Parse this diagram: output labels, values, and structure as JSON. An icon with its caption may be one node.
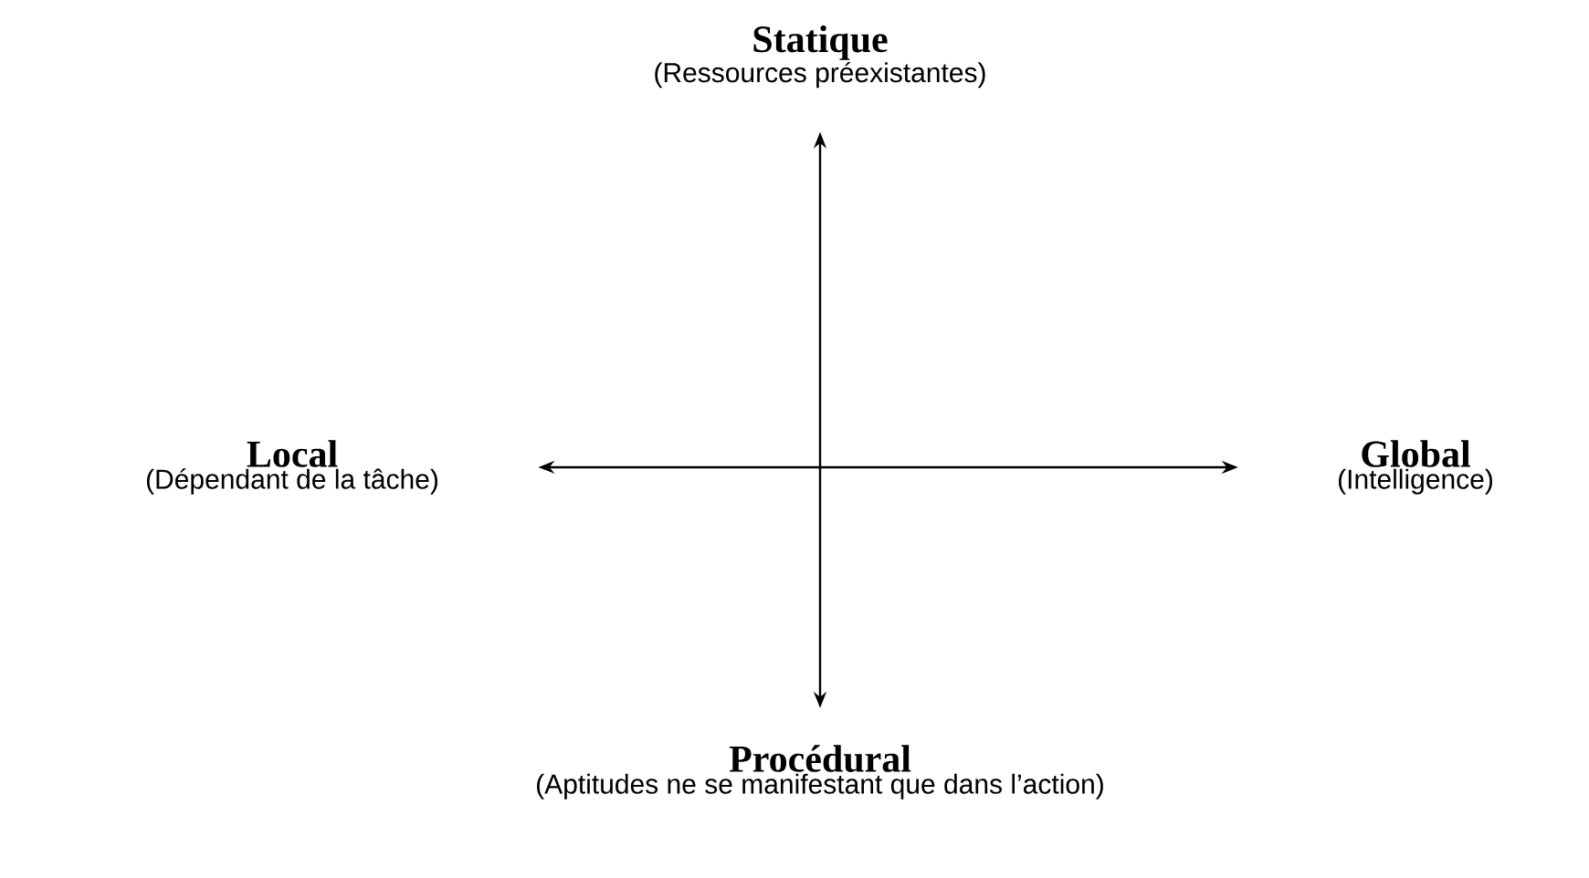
{
  "diagram": {
    "nodes": [
      {
        "text": [
          "Statique",
          "(Ressources préexistantes)"
        ]
      },
      {
        "text": [
          "Local",
          "(Dépendant de la tâche)"
        ]
      },
      {
        "text": [
          "Global",
          "(Intelligence)"
        ]
      },
      {
        "text": [
          "Procédural",
          "(Aptitudes ne se manifestant que dans l’action)"
        ]
      }
    ],
    "edges": [
      {
        "from": 0,
        "to": 3,
        "arrow": "both"
      },
      {
        "from": 1,
        "to": 2,
        "arrow": "both"
      }
    ]
  }
}
